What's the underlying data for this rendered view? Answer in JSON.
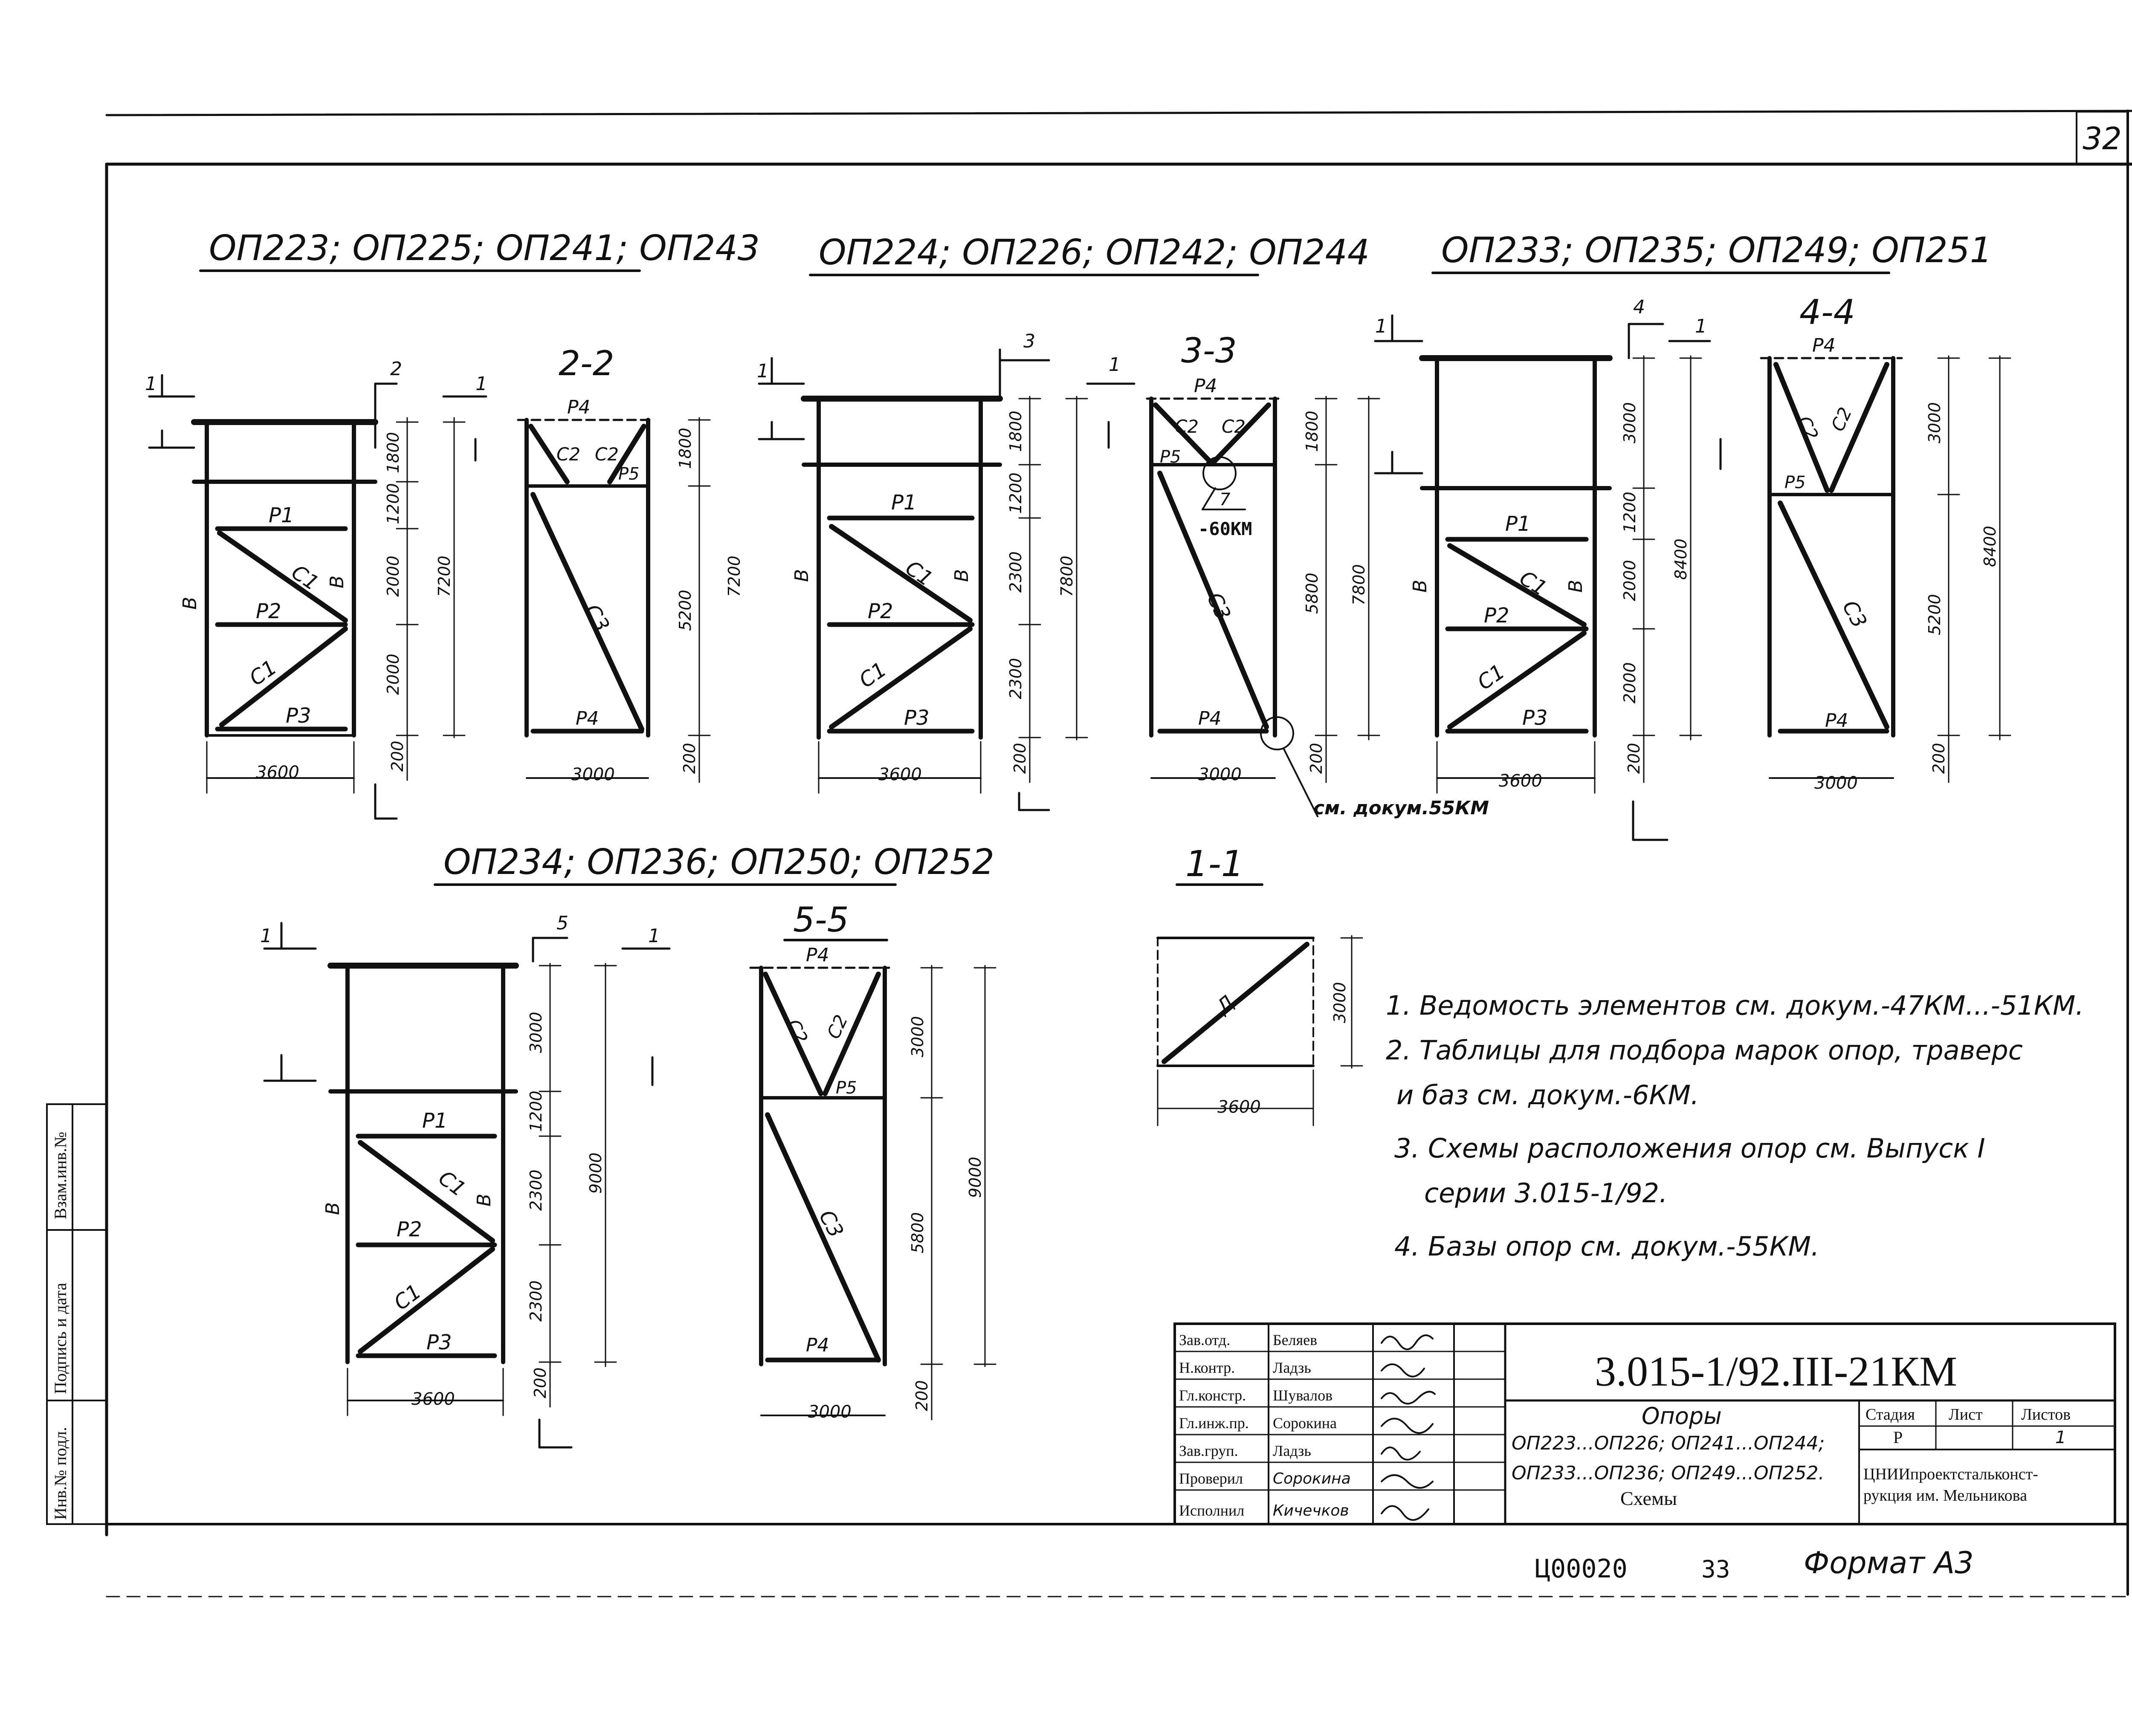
{
  "page_number": "32",
  "groups": [
    {
      "title": "ОП223; ОП225; ОП241; ОП243",
      "section": "2-2",
      "widths": [
        "3600",
        "3000"
      ],
      "heights": [
        "1800",
        "1200",
        "2000",
        "2000",
        "200"
      ],
      "section_heights": [
        "1800",
        "5200",
        "200"
      ],
      "total": "7200",
      "cut_marks": [
        "1",
        "2",
        "1"
      ]
    },
    {
      "title": "ОП224; ОП226; ОП242; ОП244",
      "section": "3-3",
      "widths": [
        "3600",
        "3000"
      ],
      "heights": [
        "1800",
        "1200",
        "2300",
        "2300",
        "200"
      ],
      "section_heights": [
        "1800",
        "5800",
        "200"
      ],
      "total": "7800",
      "callout": "7",
      "callout_doc": "-60КМ",
      "ref_doc": "см. докум.55КМ",
      "cut_marks": [
        "1",
        "3",
        "1"
      ]
    },
    {
      "title": "ОП233; ОП235; ОП249; ОП251",
      "section": "4-4",
      "widths": [
        "3600",
        "3000"
      ],
      "heights": [
        "3000",
        "1200",
        "2000",
        "2000",
        "200"
      ],
      "section_heights": [
        "3000",
        "5200",
        "200"
      ],
      "total": "8400",
      "cut_marks": [
        "1",
        "4",
        "1"
      ]
    },
    {
      "title": "ОП234; ОП236; ОП250; ОП252",
      "section": "5-5",
      "widths": [
        "3600",
        "3000"
      ],
      "heights": [
        "3000",
        "1200",
        "2300",
        "2300",
        "200"
      ],
      "section_heights": [
        "3000",
        "5800",
        "200"
      ],
      "total": "9000",
      "cut_marks": [
        "1",
        "5",
        "1"
      ]
    }
  ],
  "member_labels": {
    "r1": "Р1",
    "r2": "Р2",
    "r3": "Р3",
    "r4": "Р4",
    "r5": "Р5",
    "c1": "С1",
    "c2": "С2",
    "c3": "С3",
    "v": "В",
    "d": "Д"
  },
  "plan_view": {
    "title": "1-1",
    "width": "3600",
    "depth": "3000"
  },
  "notes": [
    "1. Ведомость элементов см. докум.-47КМ...-51КМ.",
    "2. Таблицы для подбора марок опор, траверс",
    "и баз см. докум.-6КМ.",
    "3. Схемы расположения опор см. Выпуск I",
    "серии 3.015-1/92.",
    "4. Базы опор см. докум.-55КМ."
  ],
  "title_block": {
    "code": "3.015-1/92.III-21КМ",
    "title": "Опоры",
    "subtitle_1": "ОП223...ОП226; ОП241...ОП244;",
    "subtitle_2": "ОП233...ОП236; ОП249...ОП252.",
    "subtitle_3": "Схемы",
    "stage_header": "Стадия",
    "sheet_header": "Лист",
    "sheets_header": "Листов",
    "stage": "Р",
    "sheets": "1",
    "org_1": "ЦНИИпроектстальконст-",
    "org_2": "рукция им. Мельникова",
    "roles": [
      {
        "role": "Зав.отд.",
        "name": "Беляев"
      },
      {
        "role": "Н.контр.",
        "name": "Ладзь"
      },
      {
        "role": "Гл.констр.",
        "name": "Шувалов"
      },
      {
        "role": "Гл.инж.пр.",
        "name": "Сорокина"
      },
      {
        "role": "Зав.груп.",
        "name": "Ладзь"
      },
      {
        "role": "Проверил",
        "name": "Сорокина"
      },
      {
        "role": "Исполнил",
        "name": "Кичечков"
      }
    ]
  },
  "side_stamp": [
    "Взам.инв.№",
    "Подпись и дата",
    "Инв.№ подл."
  ],
  "footer": {
    "inventory": "Ц00020",
    "copy_page": "33",
    "format": "Формат А3"
  }
}
